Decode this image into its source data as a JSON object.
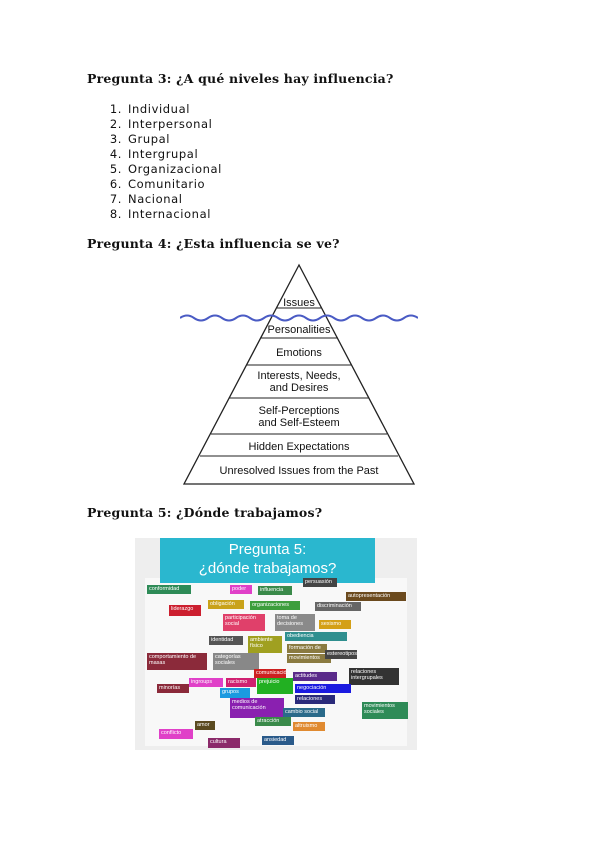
{
  "q3": {
    "heading": "Pregunta 3: ¿A qué niveles hay influencia?",
    "levels": [
      {
        "num": "1.",
        "label": "Individual"
      },
      {
        "num": "2.",
        "label": "Interpersonal"
      },
      {
        "num": "3.",
        "label": "Grupal"
      },
      {
        "num": "4.",
        "label": "Intergrupal"
      },
      {
        "num": "5.",
        "label": "Organizacional"
      },
      {
        "num": "6.",
        "label": "Comunitario"
      },
      {
        "num": "7.",
        "label": "Nacional"
      },
      {
        "num": "8.",
        "label": "Internacional"
      }
    ]
  },
  "q4": {
    "heading": "Pregunta 4: ¿Esta influencia se ve?",
    "pyramid": {
      "layers": [
        "Issues",
        "Personalities",
        "Emotions",
        "Interests, Needs,",
        "and Desires",
        "Self-Perceptions",
        "and Self-Esteem",
        "Hidden Expectations",
        "Unresolved Issues from the Past"
      ]
    }
  },
  "q5": {
    "heading": "Pregunta 5: ¿Dónde trabajamos?",
    "slide": {
      "title_line1": "Pregunta 5:",
      "title_line2": "¿dónde trabajamos?",
      "tags": [
        {
          "text": "persuasión",
          "color": "#444444"
        },
        {
          "text": "conformidad",
          "color": "#2e8b57"
        },
        {
          "text": "poder",
          "color": "#e040c8"
        },
        {
          "text": "influencia",
          "color": "#3a8a4a"
        },
        {
          "text": "autopresentación",
          "color": "#6b4a1e"
        },
        {
          "text": "liderazgo",
          "color": "#cc1f2f"
        },
        {
          "text": "obligación",
          "color": "#c9a21a"
        },
        {
          "text": "organizaciones",
          "color": "#3d9e3d"
        },
        {
          "text": "discriminación",
          "color": "#666666"
        },
        {
          "text": "participación social",
          "color": "#e0406a"
        },
        {
          "text": "toma de decisiones",
          "color": "#8a8a8a"
        },
        {
          "text": "sexismo",
          "color": "#d4a017"
        },
        {
          "text": "identidad",
          "color": "#555555"
        },
        {
          "text": "ambiente físico",
          "color": "#a0a020"
        },
        {
          "text": "obediencia",
          "color": "#2f8f8f"
        },
        {
          "text": "formación de",
          "color": "#8a7a40"
        },
        {
          "text": "movimientos",
          "color": "#8a7a40"
        },
        {
          "text": "estereotipos",
          "color": "#444444"
        },
        {
          "text": "comportamiento de masas",
          "color": "#8b2a3a"
        },
        {
          "text": "categorías sociales",
          "color": "#888888"
        },
        {
          "text": "comunicación",
          "color": "#cc2020"
        },
        {
          "text": "actitudes",
          "color": "#5a2a8a"
        },
        {
          "text": "relaciones intergrupales",
          "color": "#333333"
        },
        {
          "text": "ingroups",
          "color": "#e040c8"
        },
        {
          "text": "racismo",
          "color": "#d02070"
        },
        {
          "text": "prejuicio",
          "color": "#22b022"
        },
        {
          "text": "negociación",
          "color": "#1a1ae0"
        },
        {
          "text": "minorías",
          "color": "#8b2a3a"
        },
        {
          "text": "grupos",
          "color": "#1a9ae0"
        },
        {
          "text": "medios de comunicación",
          "color": "#8a20b0"
        },
        {
          "text": "relaciones",
          "color": "#2a2a7a"
        },
        {
          "text": "movimientos sociales",
          "color": "#2e8b57"
        },
        {
          "text": "cambio social",
          "color": "#2a6a8a"
        },
        {
          "text": "atracción",
          "color": "#3a8a4a"
        },
        {
          "text": "altruismo",
          "color": "#e08a30"
        },
        {
          "text": "amor",
          "color": "#5a4a20"
        },
        {
          "text": "conflicto",
          "color": "#e040c8"
        },
        {
          "text": "cultura",
          "color": "#8b2a6a"
        },
        {
          "text": "ansiedad",
          "color": "#2a5a8a"
        }
      ]
    }
  }
}
